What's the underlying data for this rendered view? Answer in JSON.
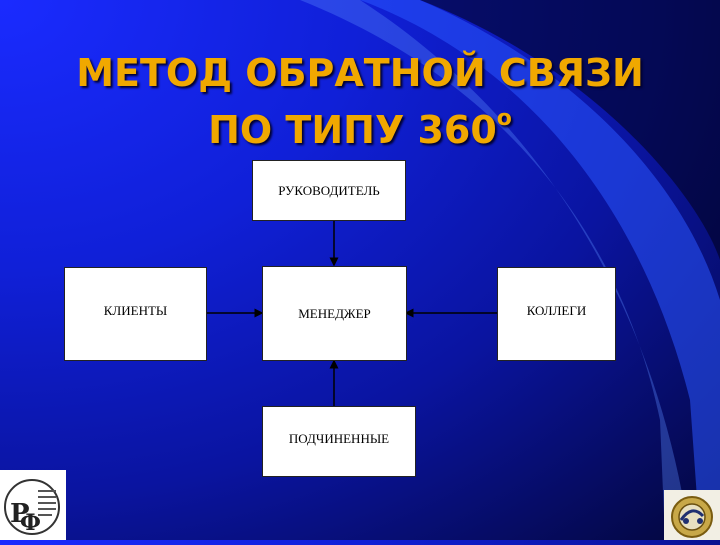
{
  "title": {
    "line1": "МЕТОД ОБРАТНОЙ СВЯЗИ",
    "line2": "ПО ТИПУ 360",
    "degree": "о"
  },
  "diagram": {
    "top": "РУКОВОДИТЕЛЬ",
    "left": "КЛИЕНТЫ",
    "center": "МЕНЕДЖЕР",
    "right": "КОЛЛЕГИ",
    "bottom": "ПОДЧИНЕННЫЕ"
  },
  "logos": {
    "left_icon": "rfam-logo-icon",
    "right_icon": "globe-emblem-icon"
  }
}
